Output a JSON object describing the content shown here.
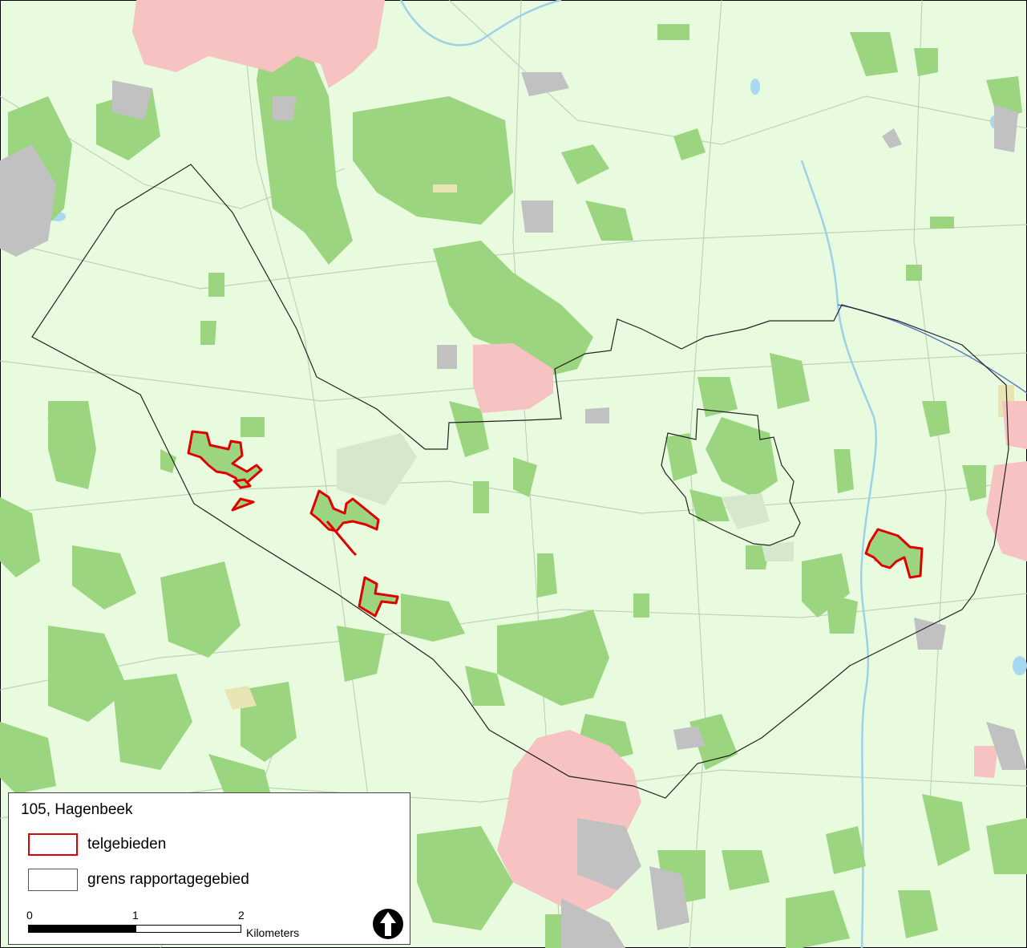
{
  "legend": {
    "title": "105, Hagenbeek",
    "items": [
      {
        "label": "telgebieden",
        "stroke": "#e00000"
      },
      {
        "label": "grens rapportagegebied",
        "stroke": "#555555"
      }
    ]
  },
  "scalebar": {
    "ticks": [
      "0",
      "1",
      "2"
    ],
    "unit": "Kilometers"
  },
  "colors": {
    "background": "#e8fbdf",
    "forest": "#9bd57f",
    "urban": "#f7c2c2",
    "industrial": "#c1c1c1",
    "water": "#a8d8ef",
    "telgebieden": "#e00000",
    "boundary": "#222222",
    "sand": "#e8e4b4"
  },
  "icons": {
    "north_arrow": "north-arrow-icon"
  }
}
